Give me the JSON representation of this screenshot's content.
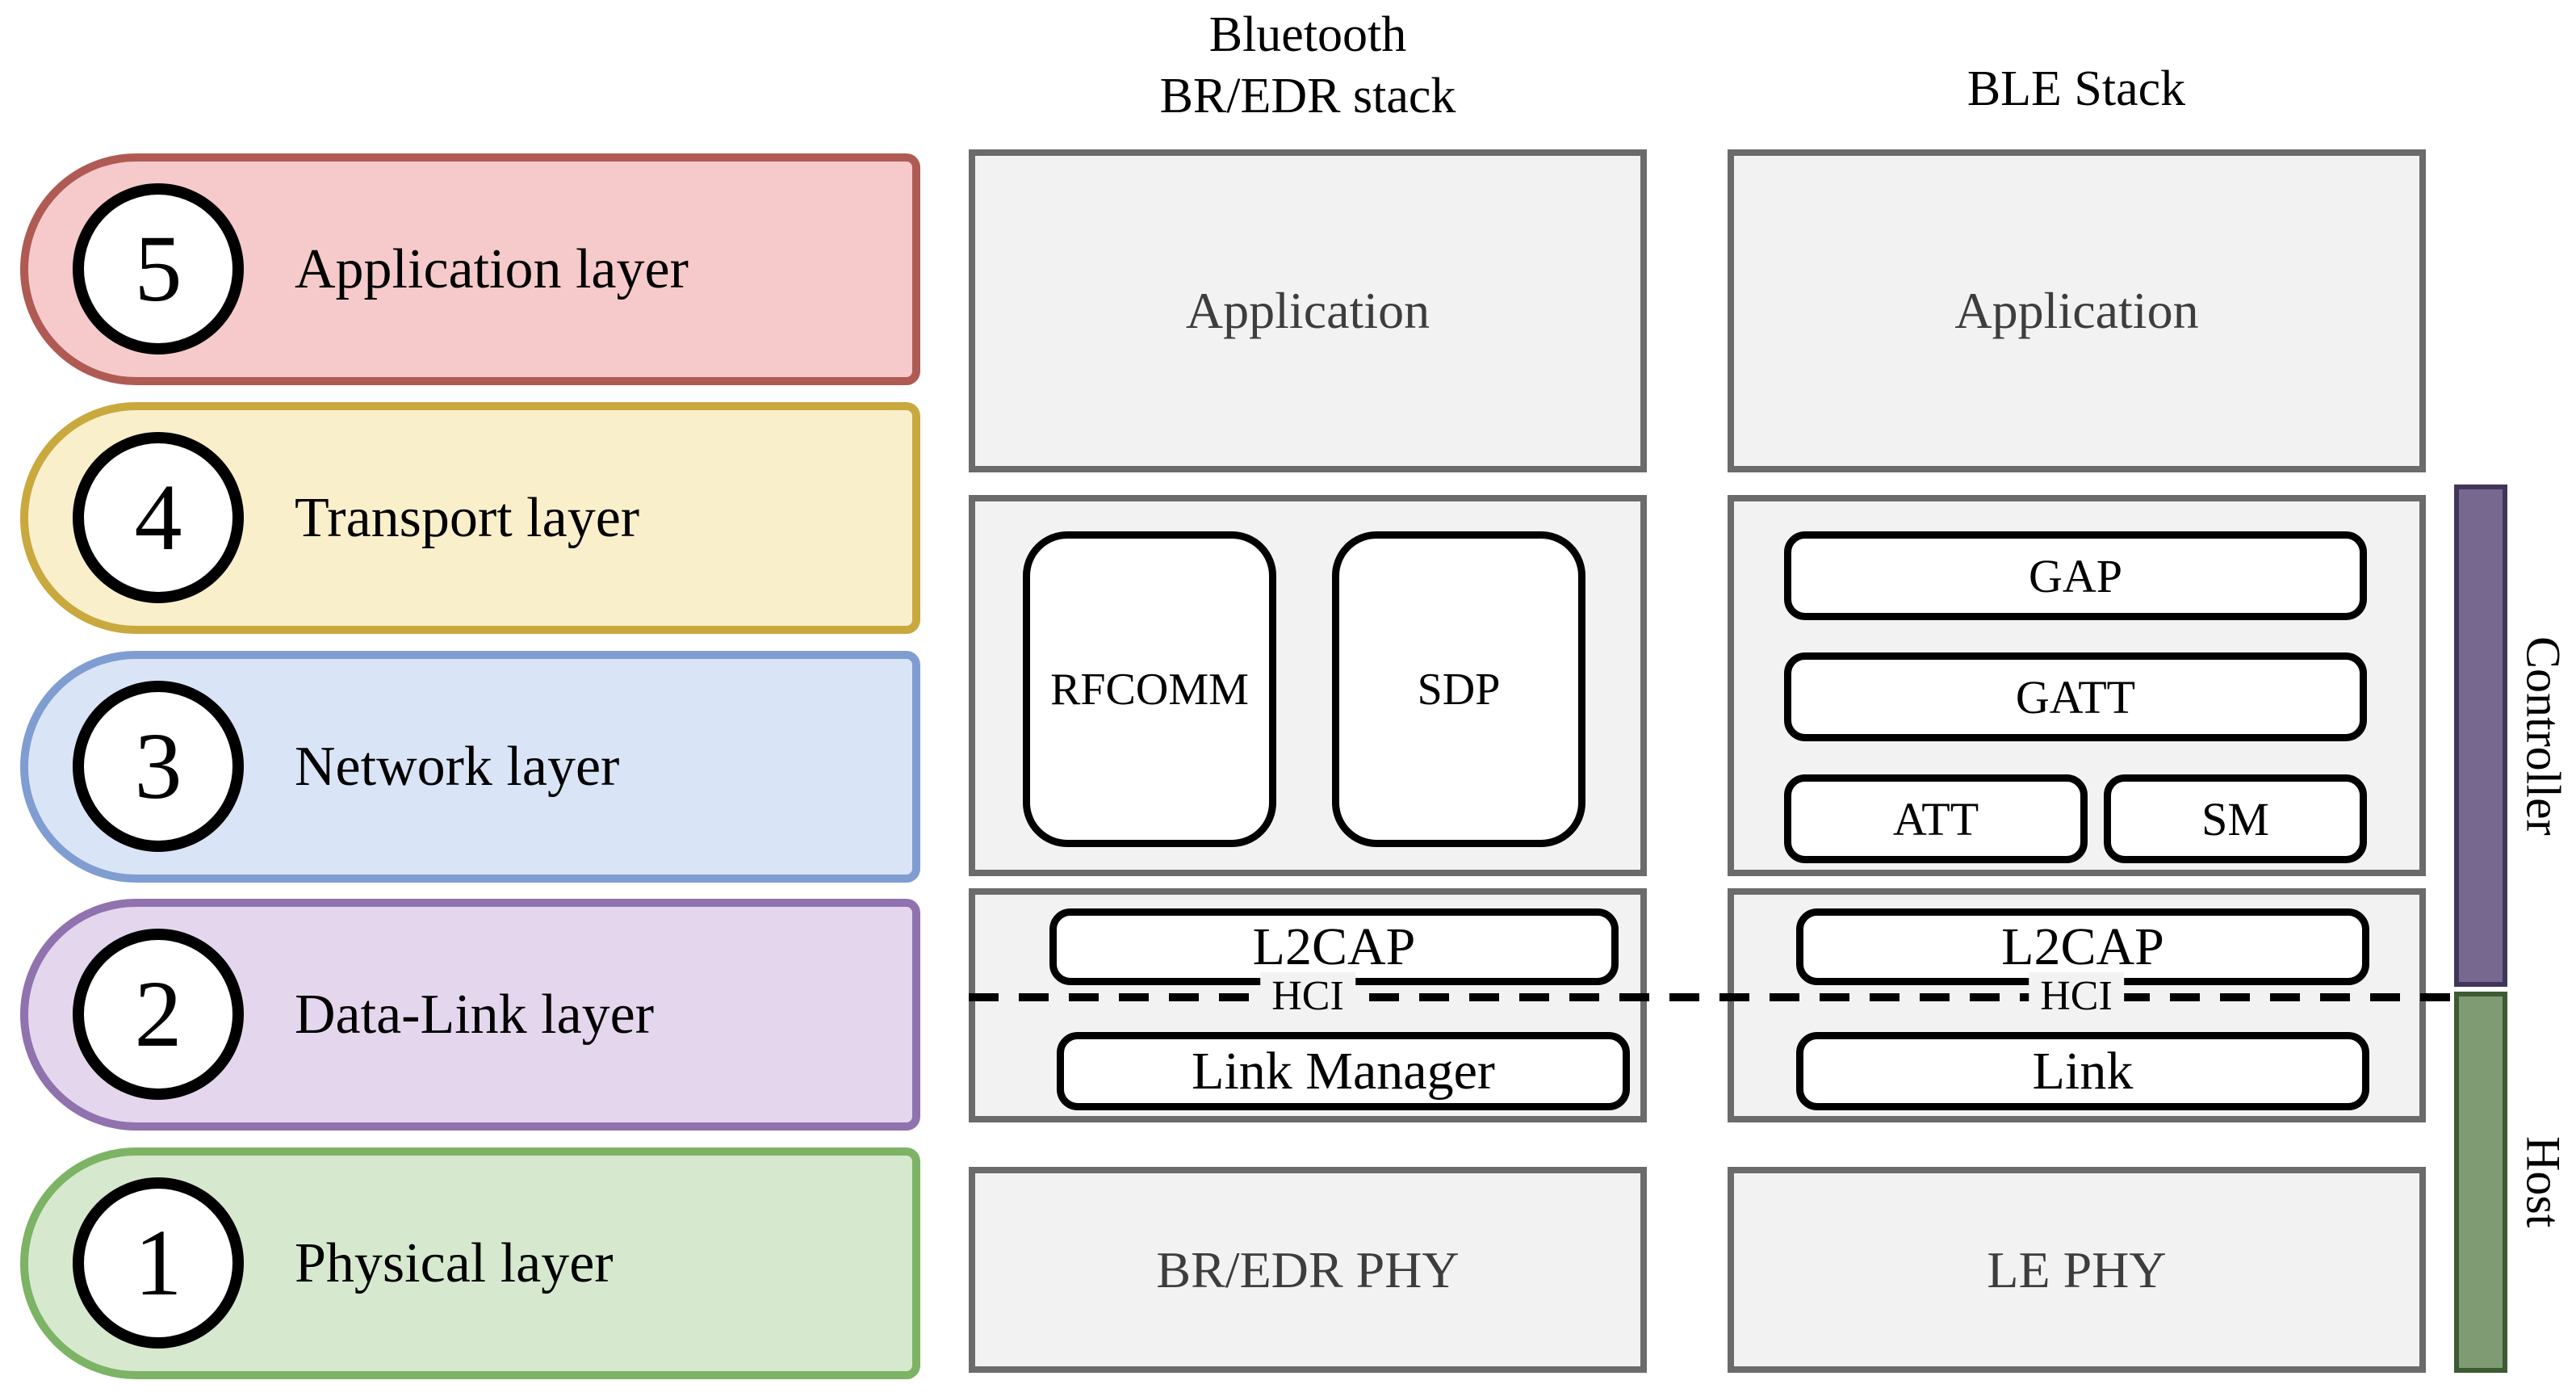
{
  "headers": {
    "bredr_line1": "Bluetooth",
    "bredr_line2": "BR/EDR stack",
    "ble": "BLE Stack"
  },
  "osi_layers": [
    {
      "number": "5",
      "label": "Application layer",
      "fill": "#f6caca",
      "border": "#b05a54"
    },
    {
      "number": "4",
      "label": "Transport layer",
      "fill": "#faefcb",
      "border": "#c9a83e"
    },
    {
      "number": "3",
      "label": "Network layer",
      "fill": "#d9e5f6",
      "border": "#7f9dd1"
    },
    {
      "number": "2",
      "label": "Data-Link layer",
      "fill": "#e4d7ed",
      "border": "#8f72ae"
    },
    {
      "number": "1",
      "label": "Physical layer",
      "fill": "#d6e9cf",
      "border": "#7cb364"
    }
  ],
  "bredr_stack": {
    "application": "Application",
    "rfcomm": "RFCOMM",
    "sdp": "SDP",
    "l2cap": "L2CAP",
    "hci": "HCI",
    "link_manager": "Link Manager",
    "phy": "BR/EDR PHY"
  },
  "ble_stack": {
    "application": "Application",
    "gap": "GAP",
    "gatt": "GATT",
    "att": "ATT",
    "sm": "SM",
    "l2cap": "L2CAP",
    "hci": "HCI",
    "link": "Link",
    "phy": "LE PHY"
  },
  "side_bars": {
    "controller": {
      "label": "Controller",
      "fill": "#77688f",
      "border": "#413659"
    },
    "host": {
      "label": "Host",
      "fill": "#7e9b73",
      "border": "#3c5a33"
    }
  },
  "colors": {
    "section_bg": "#f2f2f2",
    "section_border": "#6b6b6b",
    "box_border": "#000000",
    "muted_text": "#3d3d3d",
    "dashed_line": "#000000"
  }
}
